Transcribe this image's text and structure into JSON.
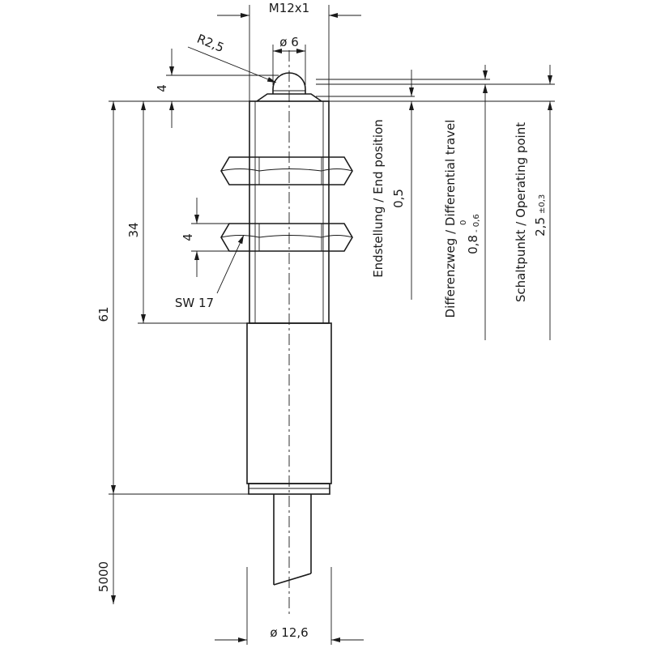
{
  "dimensions": {
    "thread": "M12x1",
    "plunger_diameter": "ø 6",
    "plunger_radius": "R2,5",
    "plunger_height": "4",
    "length_total": "61",
    "length_thread": "34",
    "nut_height": "4",
    "wrench_size": "SW 17",
    "cable_length": "5000",
    "housing_diameter": "ø 12,6"
  },
  "annotations": {
    "end_position": {
      "label": "Endstellung / End position",
      "value": "0,5"
    },
    "differential_travel": {
      "label": "Differenzweg / Differential travel",
      "value": "0,8",
      "tol_upper": "0",
      "tol_lower": "- 0,6"
    },
    "operating_point": {
      "label": "Schaltpunkt / Operating point",
      "value": "2,5",
      "tolerance": "±0,3"
    }
  }
}
